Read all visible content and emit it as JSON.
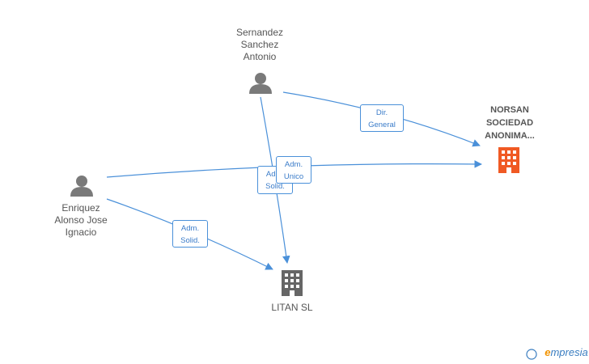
{
  "colors": {
    "edge": "#4a90d9",
    "person": "#7a7a7a",
    "company_main": "#f05a24",
    "company": "#666666"
  },
  "nodes": {
    "person_top": {
      "label": "Sernandez\nSanchez\nAntonio",
      "icon": "person-icon"
    },
    "person_left": {
      "label": "Enriquez\nAlonso Jose\nIgnacio",
      "icon": "person-icon"
    },
    "company_main": {
      "label": "NORSAN\nSOCIEDAD\nANONIMA...",
      "icon": "building-icon"
    },
    "company_litan": {
      "label": "LITAN SL",
      "icon": "building-icon"
    }
  },
  "edges": {
    "dir_general": "Dir.\nGeneral",
    "adm_unico": "Adm.\nUnico",
    "adm_solid_top": "Adm.\nSolid.",
    "adm_solid_left": "Adm.\nSolid."
  },
  "brand": {
    "copyright": "©",
    "e": "e",
    "rest": "mpresia"
  }
}
